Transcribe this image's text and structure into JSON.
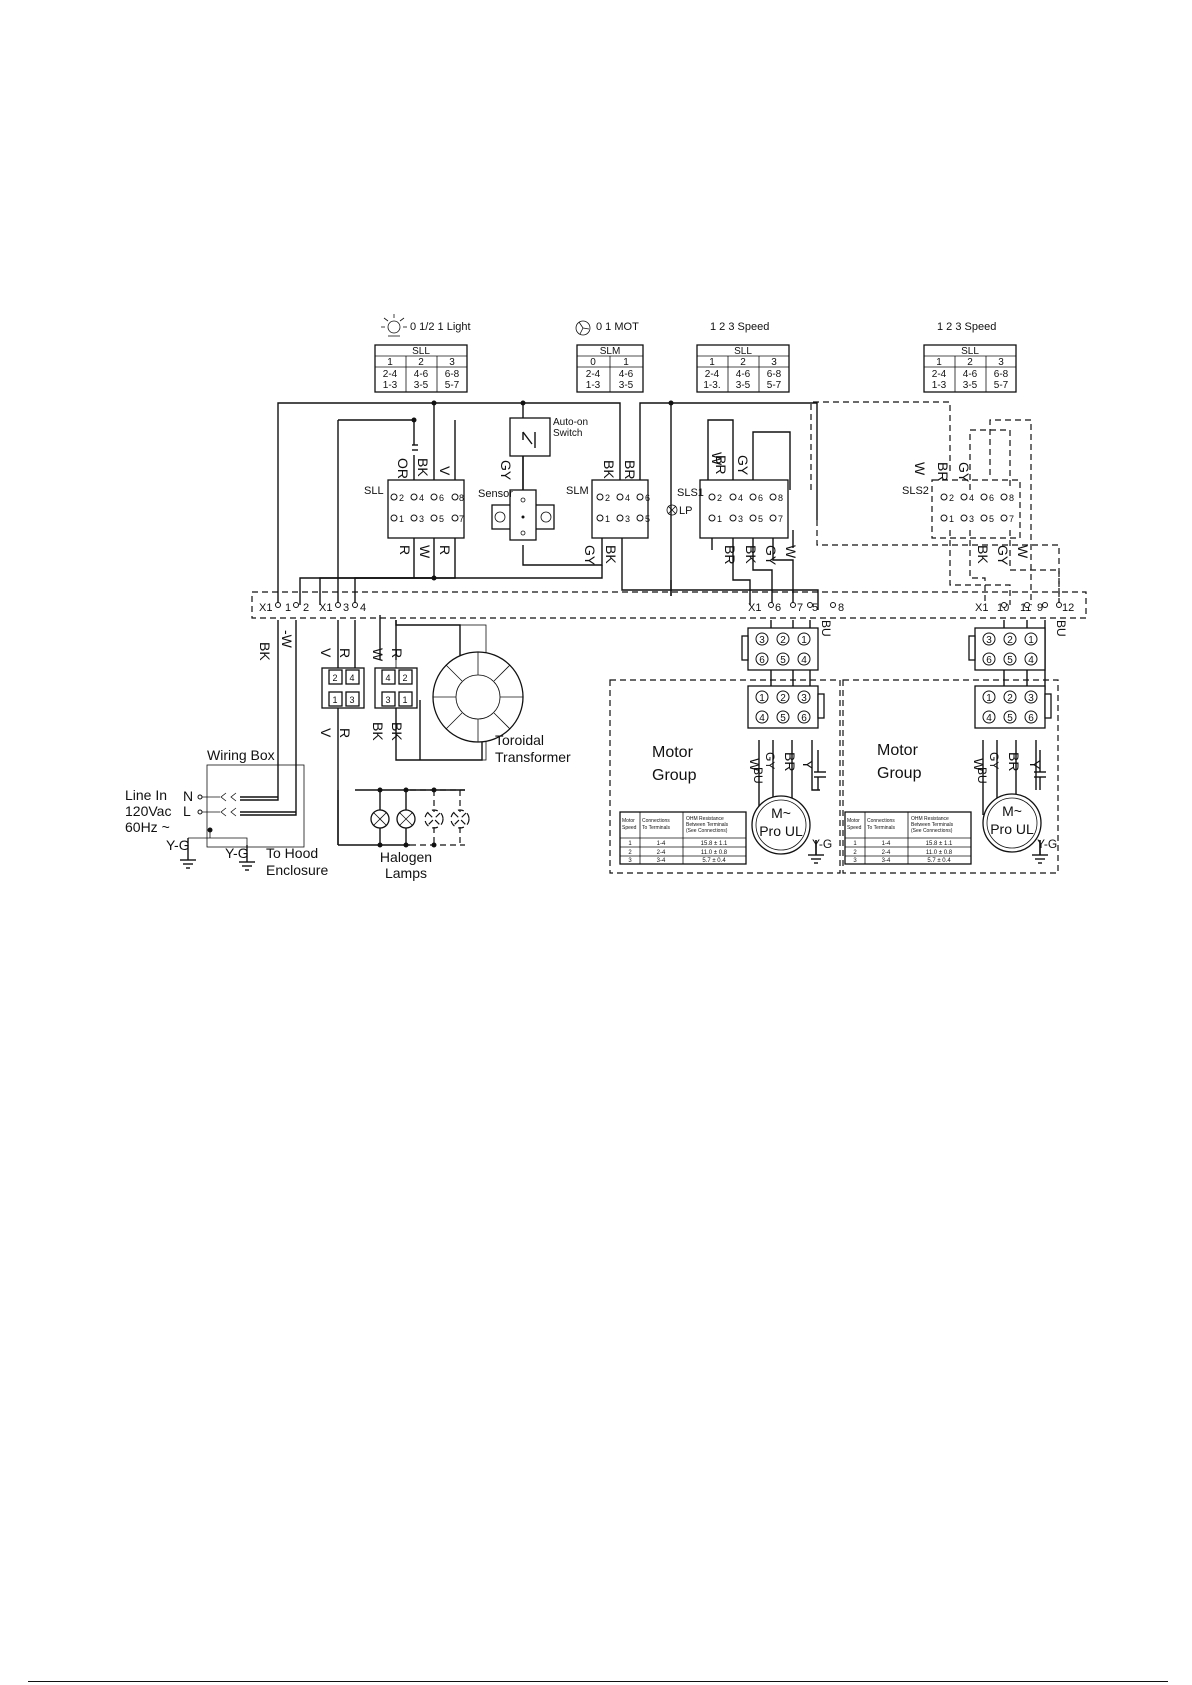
{
  "selectors": {
    "light_caption": "0  1/2  1  Light",
    "motor_caption": "0  1  MOT",
    "speed1_caption": "1  2  3  Speed",
    "speed2_caption": "1  2  3  Speed"
  },
  "tables": {
    "sll_light": {
      "title": "SLL",
      "head": [
        "1",
        "2",
        "3"
      ],
      "r1": [
        "2-4",
        "4-6",
        "6-8"
      ],
      "r2": [
        "1-3",
        "3-5",
        "5-7"
      ]
    },
    "slm": {
      "title": "SLM",
      "head": [
        "0",
        "1"
      ],
      "r1": [
        "2-4",
        "4-6"
      ],
      "r2": [
        "1-3",
        "3-5"
      ]
    },
    "sll_speed1": {
      "title": "SLL",
      "head": [
        "1",
        "2",
        "3"
      ],
      "r1": [
        "2-4",
        "4-6",
        "6-8"
      ],
      "r2": [
        "1-3.",
        "3-5",
        "5-7"
      ]
    },
    "sll_speed2": {
      "title": "SLL",
      "head": [
        "1",
        "2",
        "3"
      ],
      "r1": [
        "2-4",
        "4-6",
        "6-8"
      ],
      "r2": [
        "1-3",
        "3-5",
        "5-7"
      ]
    }
  },
  "switch_labels": {
    "sll": "SLL",
    "slm": "SLM",
    "sls1": "SLS1",
    "sls2": "SLS2",
    "lp": "LP",
    "sensor": "Sensor",
    "auto_on_1": "Auto-on",
    "auto_on_2": "Switch"
  },
  "pin_numbers": {
    "top": [
      "2",
      "4",
      "6",
      "8"
    ],
    "bottom": [
      "1",
      "3",
      "5",
      "7"
    ],
    "top_slm": [
      "2",
      "4",
      "6"
    ],
    "bottom_slm": [
      "1",
      "3",
      "5"
    ]
  },
  "wire_colors": {
    "or": "OR",
    "bk": "BK",
    "v": "V",
    "gy": "GY",
    "br": "BR",
    "w": "W",
    "r": "R",
    "bu": "BU",
    "y": "Y",
    "yg": "Y-G",
    "w_dash": "-W"
  },
  "terminal_strip": {
    "x1": "X1",
    "n1": "1",
    "n2": "2",
    "n3": "3",
    "n4": "4",
    "n5": "5",
    "n6": "6",
    "n7": "7",
    "n8": "8",
    "n9": "9",
    "n10": "10",
    "n11": "11",
    "n12": "12"
  },
  "connector_pins": [
    "1",
    "2",
    "3",
    "4",
    "5",
    "6"
  ],
  "plug_pins": {
    "left_top": [
      "2",
      "4"
    ],
    "left_bottom": [
      "1",
      "3"
    ],
    "right_top": [
      "4",
      "2"
    ],
    "right_bottom": [
      "3",
      "1"
    ]
  },
  "wiring_box": {
    "title": "Wiring Box",
    "line_in": "Line In",
    "voltage": "120Vac",
    "freq": "60Hz ~",
    "n": "N",
    "l": "L",
    "to_hood_1": "To Hood",
    "to_hood_2": "Enclosure"
  },
  "transformer": {
    "line1": "Toroidal",
    "line2": "Transformer"
  },
  "lamps": {
    "line1": "Halogen",
    "line2": "Lamps"
  },
  "motor_group": {
    "label1": "Motor",
    "label2": "Group",
    "motor1": "M~",
    "motor2": "Pro UL",
    "resistance_table": {
      "h1a": "Motor",
      "h1b": "Speed",
      "h2a": "Connections",
      "h2b": "To Terminals",
      "h3a": "OHM Resistance",
      "h3b": "Between Terminals",
      "h3c": "(See Connections)",
      "rows": [
        [
          "1",
          "1-4",
          "15.8 ± 1.1"
        ],
        [
          "2",
          "2-4",
          "11.0 ± 0.8"
        ],
        [
          "3",
          "3-4",
          "5.7 ± 0.4"
        ]
      ]
    }
  }
}
